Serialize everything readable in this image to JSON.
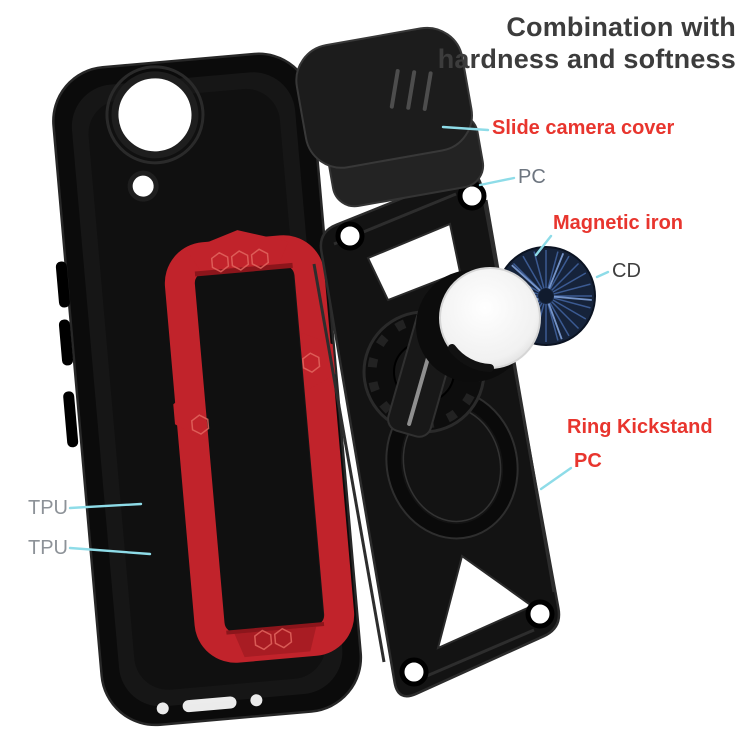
{
  "title": {
    "line1": "Combination with",
    "line2": "hardness and softness"
  },
  "labels": {
    "slide_camera_cover": "Slide camera cover",
    "pc_top": "PC",
    "magnetic_iron": "Magnetic iron",
    "cd": "CD",
    "ring_kickstand": "Ring Kickstand",
    "pc_bottom": "PC",
    "tpu_upper": "TPU",
    "tpu_lower": "TPU"
  },
  "colors": {
    "label_red": "#e8352e",
    "label_gray_tpu": "#8d9298",
    "label_gray_pc": "#6e7680",
    "label_dark_cd": "#3f3f3f",
    "title_text": "#3c3c3c",
    "leader_line": "#8edce8",
    "case_red_accent": "#c1232b",
    "case_black": "#121212",
    "cd_disc_navy": "#16233a"
  }
}
